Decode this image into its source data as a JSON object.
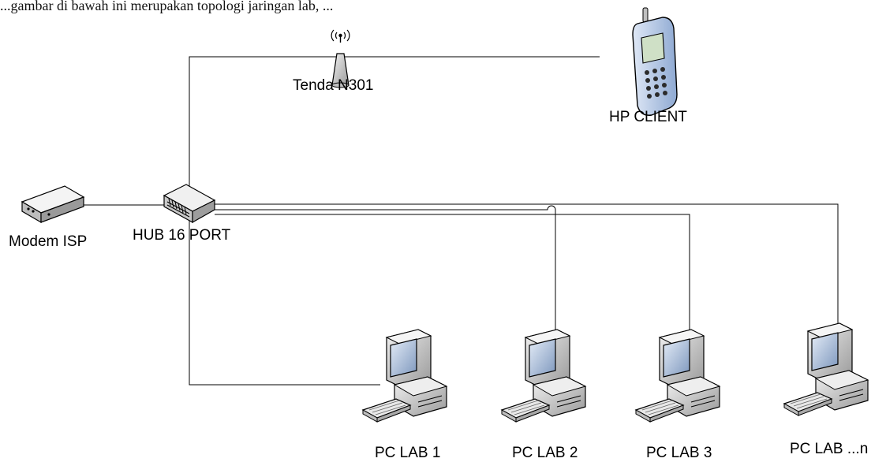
{
  "diagram": {
    "top_caption": "...gambar di bawah ini merupakan topologi jaringan lab, ...",
    "nodes": {
      "router": {
        "label": "Tenda N301",
        "icon": "wireless-router-icon"
      },
      "phone": {
        "label": "HP CLIENT",
        "icon": "mobile-phone-icon"
      },
      "modem": {
        "label": "Modem ISP",
        "icon": "modem-icon"
      },
      "hub": {
        "label": "HUB 16 PORT",
        "icon": "network-hub-icon"
      },
      "pc1": {
        "label": "PC LAB 1",
        "icon": "desktop-computer-icon"
      },
      "pc2": {
        "label": "PC LAB 2",
        "icon": "desktop-computer-icon"
      },
      "pc3": {
        "label": "PC LAB 3",
        "icon": "desktop-computer-icon"
      },
      "pcn": {
        "label": "PC LAB ...n",
        "icon": "desktop-computer-icon"
      }
    },
    "connections": [
      {
        "from": "hub",
        "to": "router"
      },
      {
        "from": "router",
        "to": "phone"
      },
      {
        "from": "modem",
        "to": "hub"
      },
      {
        "from": "hub",
        "to": "pc1"
      },
      {
        "from": "hub",
        "to": "pc2"
      },
      {
        "from": "hub",
        "to": "pc3"
      },
      {
        "from": "hub",
        "to": "pcn"
      }
    ],
    "colors": {
      "line": "#000000",
      "device_gray": "#d9d9d9",
      "screen_blue": "#a9bcd6",
      "phone_blue": "#b9cbe6"
    }
  }
}
